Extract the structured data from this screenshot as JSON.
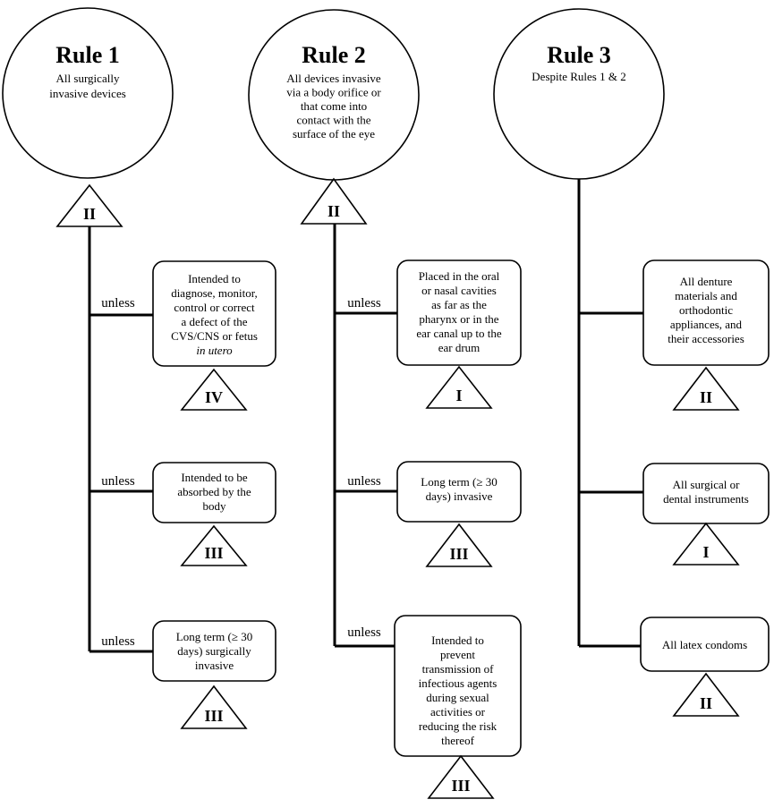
{
  "unless_label": "unless",
  "rules": [
    {
      "title": "Rule 1",
      "description": [
        "All surgically",
        "invasive devices"
      ],
      "default_class": "II",
      "exceptions": [
        {
          "lines": [
            "Intended to",
            "diagnose, monitor,",
            "control or correct",
            "a defect of the",
            "CVS/CNS or fetus"
          ],
          "italic_line": "in utero",
          "class": "IV"
        },
        {
          "lines": [
            "Intended to be",
            "absorbed by the",
            "body"
          ],
          "class": "III"
        },
        {
          "lines": [
            "Long term (≥ 30",
            "days) surgically",
            "invasive"
          ],
          "class": "III"
        }
      ]
    },
    {
      "title": "Rule 2",
      "description": [
        "All devices invasive",
        "via a body orifice or",
        "that come into",
        "contact with the",
        "surface of the eye"
      ],
      "default_class": "II",
      "exceptions": [
        {
          "lines": [
            "Placed in the oral",
            "or nasal cavities",
            "as far as the",
            "pharynx or in the",
            "ear canal up to the",
            "ear drum"
          ],
          "class": "I"
        },
        {
          "lines": [
            "Long term (≥ 30",
            "days) invasive"
          ],
          "class": "III"
        },
        {
          "lines": [
            "Intended to",
            "prevent",
            "transmission of",
            "infectious agents",
            "during sexual",
            "activities or",
            "reducing the risk",
            "thereof"
          ],
          "class": "III"
        }
      ]
    },
    {
      "title": "Rule 3",
      "description": [
        "Despite Rules 1 & 2"
      ],
      "exceptions": [
        {
          "lines": [
            "All denture",
            "materials and",
            "orthodontic",
            "appliances, and",
            "their accessories"
          ],
          "class": "II"
        },
        {
          "lines": [
            "All surgical or",
            "dental instruments"
          ],
          "class": "I"
        },
        {
          "lines": [
            "All latex condoms"
          ],
          "class": "II"
        }
      ]
    }
  ]
}
